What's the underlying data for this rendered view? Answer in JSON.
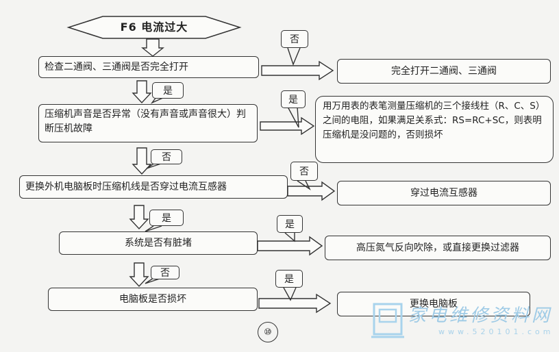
{
  "title": "F6 电流过大",
  "boxes": {
    "check_valves": "检查二通阀、三通阀是否完全打开",
    "open_valves": "完全打开二通阀、三通阀",
    "compressor_sound": "压缩机声音是否异常（没有声音或声音很大）判断压机故障",
    "measure_resistance": "用万用表的表笔测量压缩机的三个接线柱（R、C、S）之间的电阻，如果满足关系式：RS=RC+SC，则表明压缩机是没问题的，否则损坏",
    "replace_board": "更换外机电脑板时压缩机线是否穿过电流互感器",
    "pass_through": "穿过电流互感器",
    "system_blocked": "系统是否有脏堵",
    "blow_back": "高压氮气反向吹除，或直接更换过滤器",
    "board_damaged": "电脑板是否损坏",
    "replace_pcb": "更换电脑板"
  },
  "labels": {
    "no_1": "否",
    "yes_1": "是",
    "yes_2": "是",
    "no_2": "否",
    "no_3": "否",
    "yes_3": "是",
    "yes_4": "是",
    "no_4": "否",
    "yes_5": "是"
  },
  "page_number": "⑩",
  "watermark": {
    "text": "家电维修资料网",
    "url": "www.520101.com"
  }
}
